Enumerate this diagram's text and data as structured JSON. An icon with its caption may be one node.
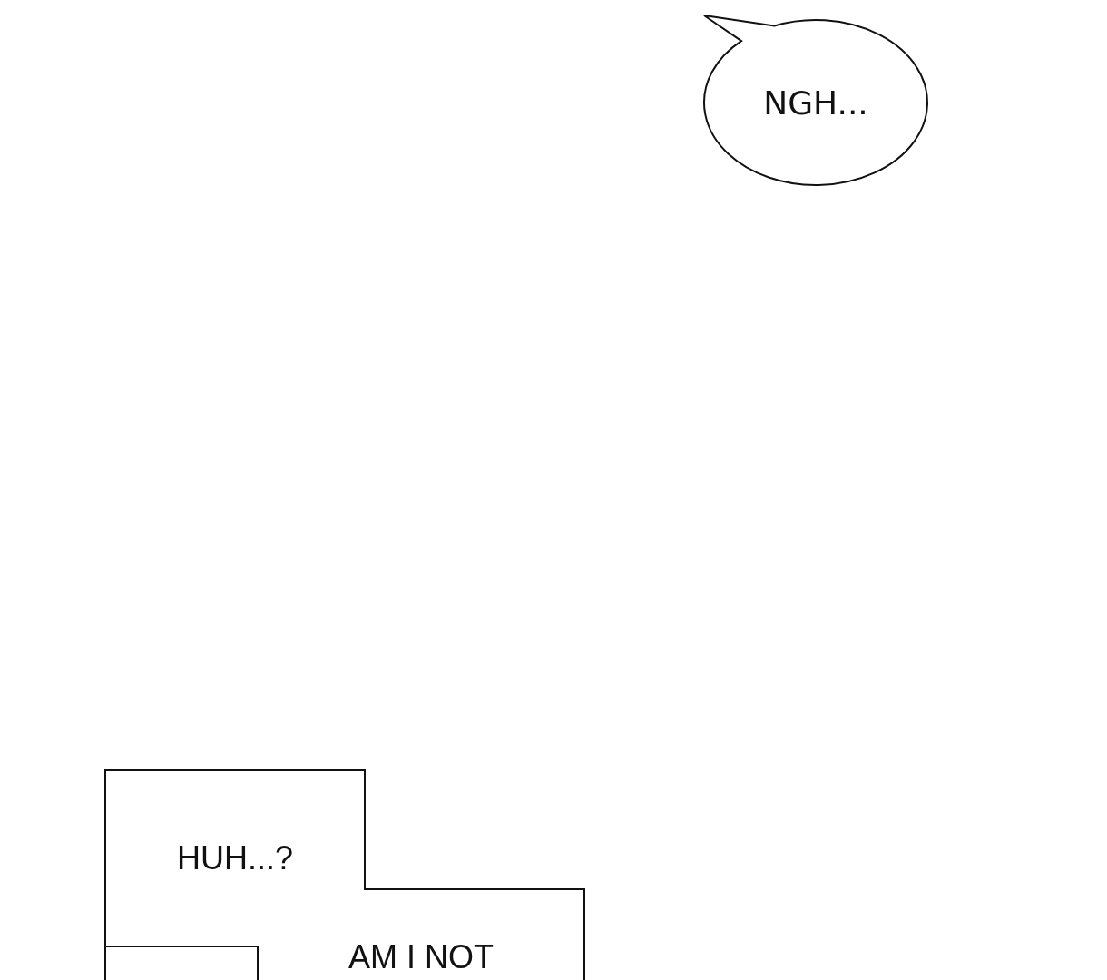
{
  "diagram": {
    "nodes": [
      {
        "text": [
          "NGH..."
        ]
      },
      {
        "text": [
          "HUH...?"
        ]
      },
      {
        "text": [
          "AM I NOT"
        ]
      }
    ]
  }
}
